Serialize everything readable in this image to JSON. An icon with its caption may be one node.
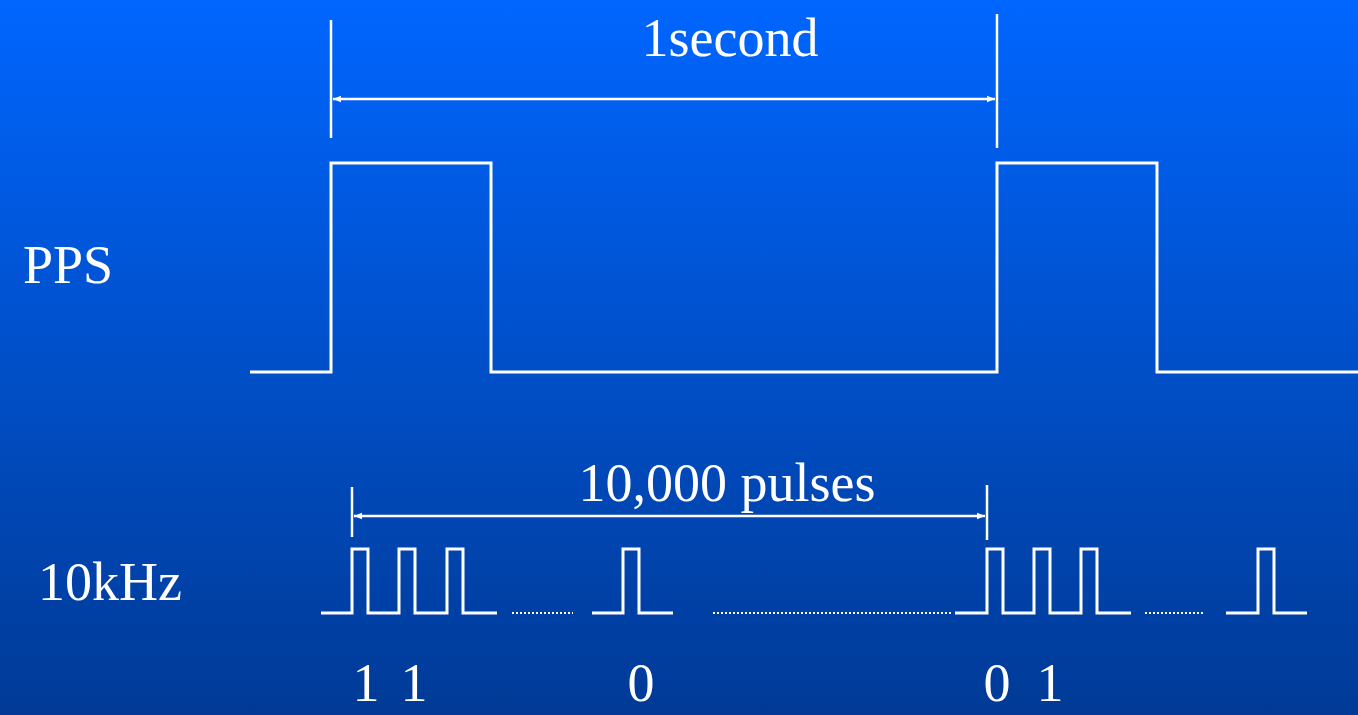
{
  "diagram": {
    "labels": [
      "1second",
      "PPS",
      "10,000 pulses",
      "10kHz",
      "1",
      "1",
      "0",
      "0",
      "1"
    ]
  }
}
